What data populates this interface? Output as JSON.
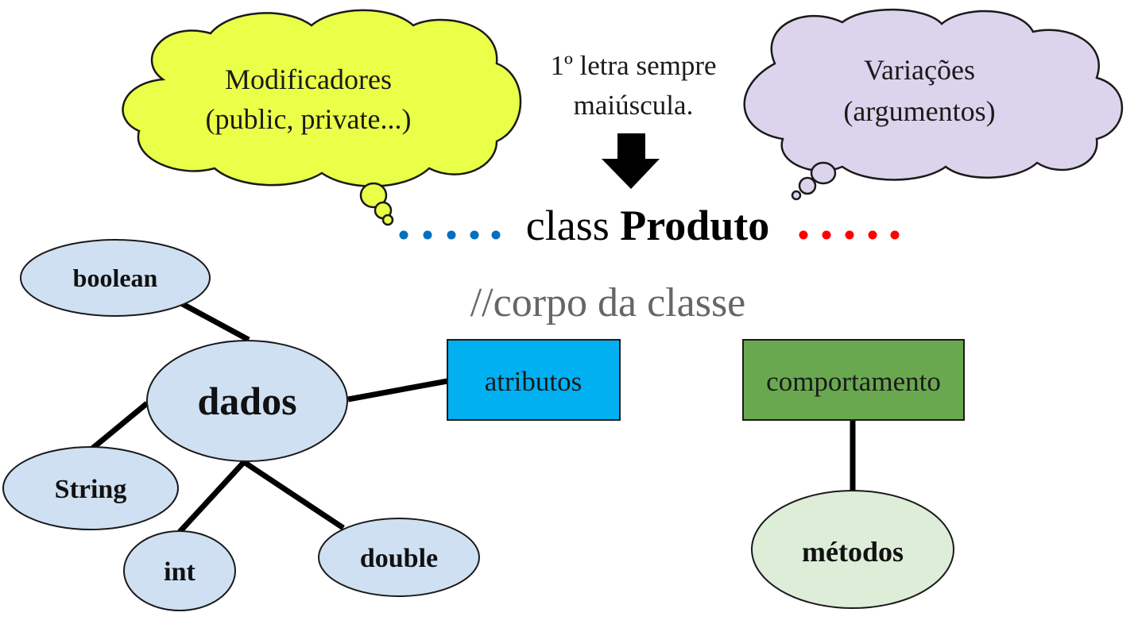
{
  "colors": {
    "modifiers_cloud": "#eaff48",
    "variations_cloud": "#dcd4ec",
    "ellipse_blue": "#cfe0f3",
    "ellipse_green": "#ddedd8",
    "attributes_box": "#00b0f0",
    "behavior_box": "#6aa84f",
    "dots_left": "#0070c0",
    "dots_right": "#ff0000",
    "comment_gray": "#666666"
  },
  "thought_modifiers": {
    "line1": "Modificadores",
    "line2": "(public, private...)"
  },
  "thought_variations": {
    "line1": "Variações",
    "line2": "(argumentos)"
  },
  "note": {
    "line1": "1º letra sempre",
    "line2": "maiúscula."
  },
  "declaration": {
    "keyword": "class",
    "name": "Produto"
  },
  "comment": "//corpo da classe",
  "nodes": {
    "boolean": "boolean",
    "dados": "dados",
    "string": "String",
    "int": "int",
    "double": "double",
    "atributos": "atributos",
    "comportamento": "comportamento",
    "metodos": "métodos"
  }
}
